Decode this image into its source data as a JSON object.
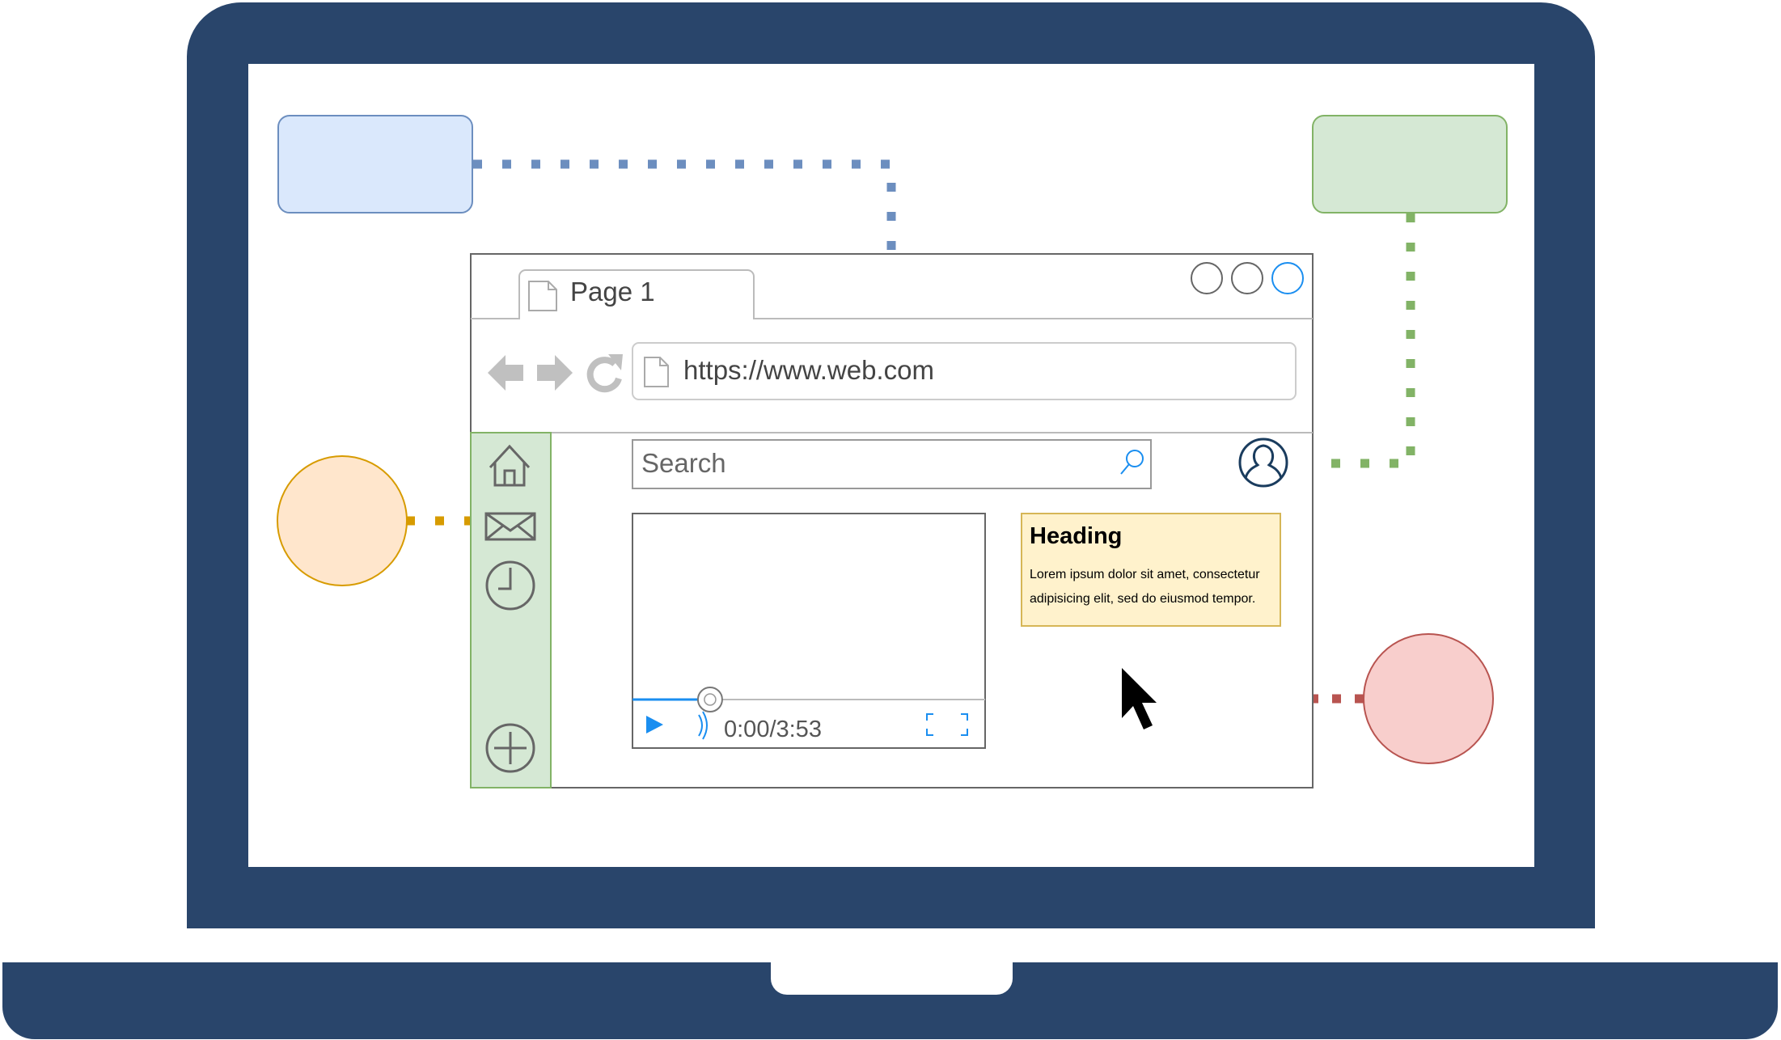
{
  "browser": {
    "tab_label": "Page 1",
    "url": "https://www.web.com"
  },
  "search": {
    "placeholder": "Search"
  },
  "video": {
    "time": "0:00/3:53",
    "progress": 0.22
  },
  "note": {
    "heading": "Heading",
    "line1": "Lorem ipsum dolor sit amet, consectetur",
    "line2": "adipisicing elit, sed do eiusmod tempor."
  },
  "icons": {
    "sidebar": [
      "home-icon",
      "mail-icon",
      "clock-icon",
      "add-icon"
    ],
    "nav": [
      "back-arrow-icon",
      "forward-arrow-icon",
      "reload-icon"
    ],
    "other": [
      "page-icon",
      "search-icon",
      "user-icon",
      "play-icon",
      "volume-icon",
      "fullscreen-icon",
      "cursor-icon"
    ]
  },
  "colors": {
    "laptop": "#29456b",
    "blue_fill": "#dae8fc",
    "blue_stroke": "#6c8ebf",
    "green_fill": "#d5e8d4",
    "green_stroke": "#82b366",
    "orange_fill": "#ffe6cc",
    "orange_stroke": "#d79b00",
    "red_fill": "#f8cecc",
    "red_stroke": "#b85450",
    "note_fill": "#fff2cc",
    "note_stroke": "#d6b656",
    "accent": "#1a8ef0"
  }
}
